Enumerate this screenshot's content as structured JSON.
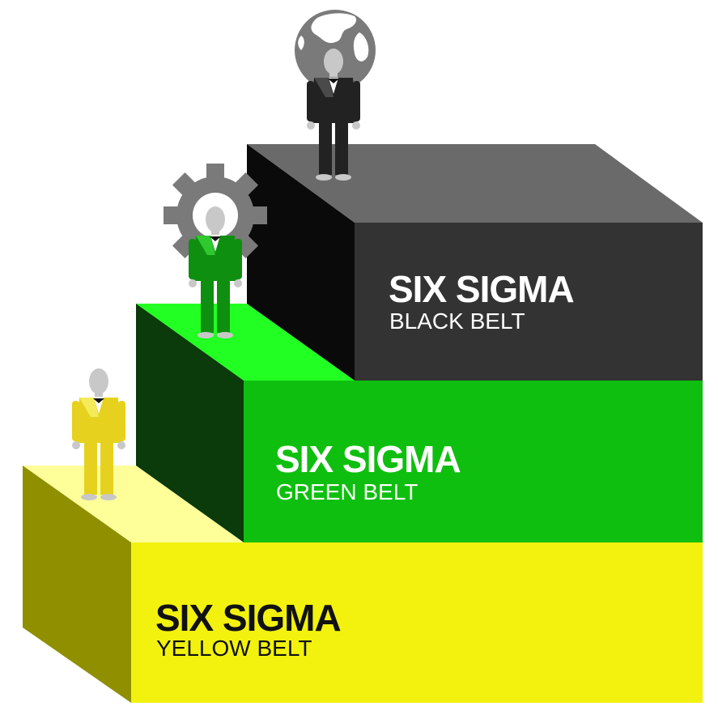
{
  "steps": [
    {
      "title": "SIX SIGMA",
      "subtitle": "BLACK BELT",
      "colors": {
        "front": "#333333",
        "top": "#6a6a6a",
        "side": "#0a0a0a",
        "text": "#ffffff"
      }
    },
    {
      "title": "SIX SIGMA",
      "subtitle": "GREEN BELT",
      "colors": {
        "front": "#0fbf0f",
        "top": "#22ff22",
        "side": "#0b3a0b",
        "text": "#ffffff"
      }
    },
    {
      "title": "SIX SIGMA",
      "subtitle": "YELLOW BELT",
      "colors": {
        "front": "#f2f20e",
        "top": "#ffff99",
        "side": "#8f8f00",
        "text": "#111111"
      }
    }
  ],
  "figures": [
    {
      "icon": "globe-icon",
      "suit": "#222222",
      "suit_light": "#4a4a4a"
    },
    {
      "icon": "gear-icon",
      "suit": "#0f8f0f",
      "suit_light": "#2fc82f"
    },
    {
      "icon": "",
      "suit": "#e6d21e",
      "suit_light": "#f5ea5a"
    }
  ],
  "colors": {
    "head": "#c8c8c8",
    "globe": "#7a7a7a",
    "globe_land": "#ffffff",
    "gear": "#7a7a7a"
  }
}
